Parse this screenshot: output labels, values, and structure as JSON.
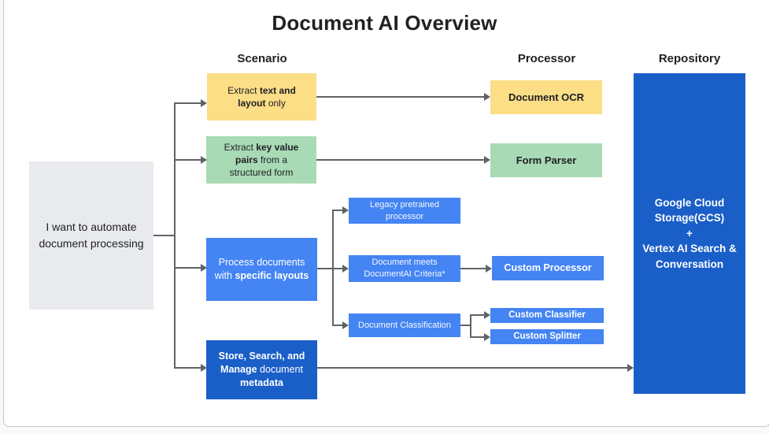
{
  "title": "Document AI Overview",
  "column_headers": {
    "scenario": "Scenario",
    "processor": "Processor",
    "repository": "Repository"
  },
  "root_box": {
    "text": "I want to automate document processing"
  },
  "scenarios": {
    "extract_text_layout": {
      "pre": "Extract ",
      "bold": "text and layout",
      "post": " only"
    },
    "extract_key_value": {
      "pre": "Extract ",
      "bold": "key value pairs",
      "post": " from a structured form"
    },
    "specific_layouts": {
      "pre": "Process documents with ",
      "bold": "specific layouts",
      "post": ""
    },
    "store_search_manage": {
      "bold1": "Store, Search, and Manage",
      "mid": " document ",
      "bold2": "metadata"
    }
  },
  "intermediate": {
    "legacy": "Legacy pretrained processor",
    "doc_meets": "Document meets DocumentAI Criteria*",
    "doc_classification": "Document Classification"
  },
  "processors": {
    "document_ocr": "Document OCR",
    "form_parser": "Form Parser",
    "custom_processor": "Custom Processor",
    "custom_classifier": "Custom Classifier",
    "custom_splitter": "Custom Splitter"
  },
  "repository": {
    "line1": "Google Cloud Storage(GCS)",
    "line2": "+",
    "line3": "Vertex AI Search & Conversation"
  },
  "colors": {
    "scenario_yellow": "#fcde87",
    "scenario_green": "#a8dab5",
    "scenario_blue": "#4484f3",
    "dark_blue": "#1a5ec8",
    "root_gray": "#e8eaed",
    "connector_gray": "#5f6368",
    "text_dark": "#202124"
  }
}
